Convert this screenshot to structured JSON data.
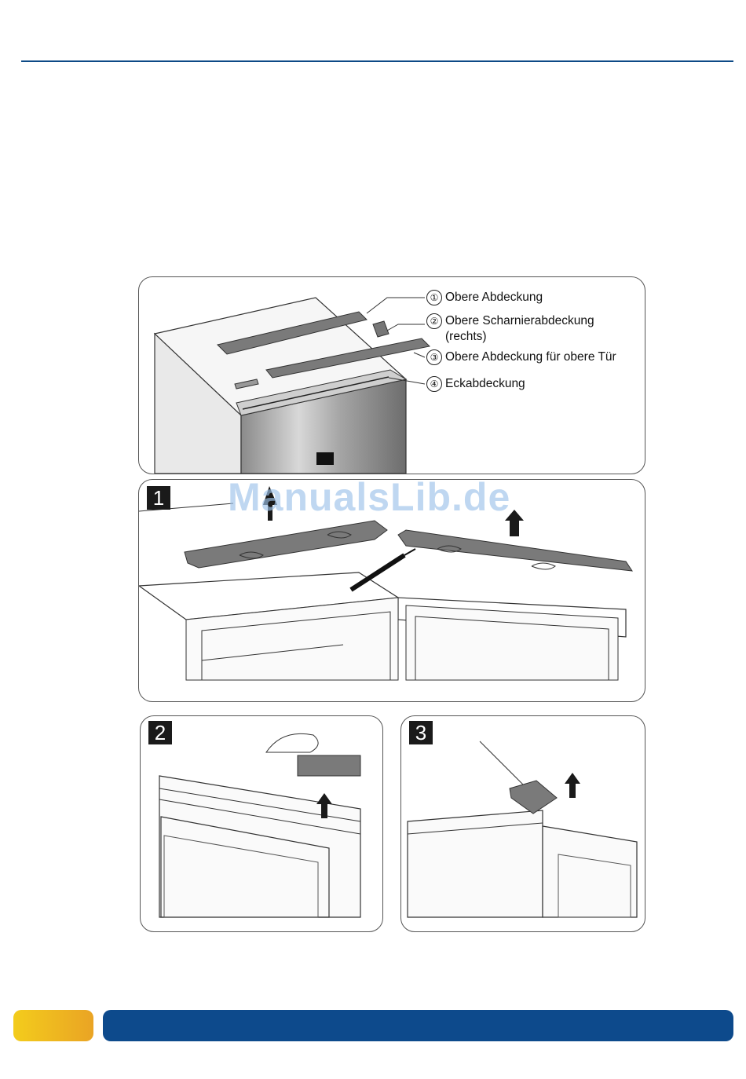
{
  "callouts": [
    {
      "number": "①",
      "text": "Obere Abdeckung"
    },
    {
      "number": "②",
      "text": "Obere Scharnierabdeckung",
      "text2": "(rechts)"
    },
    {
      "number": "③",
      "text": "Obere Abdeckung für obere Tür"
    },
    {
      "number": "④",
      "text": "Eckabdeckung"
    }
  ],
  "steps": [
    "1",
    "2",
    "3"
  ],
  "watermark": "ManualsLib.de",
  "colors": {
    "rule": "#0d4a86",
    "footer_bar": "#0d4a8c",
    "footer_tab": "#f3cc1c",
    "watermark": "#9ec3ea"
  }
}
